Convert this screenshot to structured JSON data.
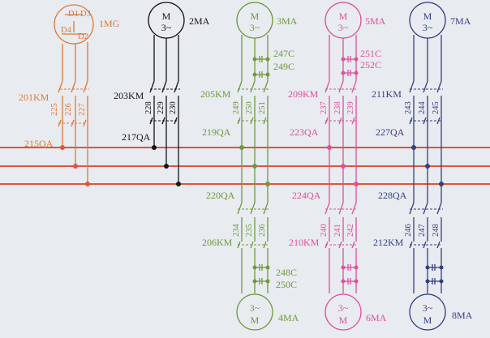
{
  "colors": {
    "background": "#e8ebf0",
    "busbar": "#e0543a",
    "column_1": "#e07838",
    "column_2": "#151515",
    "column_3": "#6f9a3c",
    "column_4": "#e0509a",
    "column_5": "#343f82"
  },
  "generator": {
    "diodes": [
      "D1",
      "D3",
      "D4",
      "D2"
    ],
    "label": "1MG",
    "breaker": "201KM",
    "fuses": [
      "225",
      "226",
      "227"
    ],
    "bus_switch": "215QA"
  },
  "motor_2": {
    "symbol_top": "M",
    "symbol_bottom": "3~",
    "label": "2MA",
    "breaker": "203KM",
    "fuses": [
      "228",
      "229",
      "230"
    ],
    "bus_switch": "217QA"
  },
  "motor_3": {
    "symbol_top": "M",
    "symbol_bottom": "3~",
    "label": "3MA",
    "capacitors": [
      "247C",
      "249C"
    ],
    "breaker": "205KM",
    "fuses": [
      "249",
      "250",
      "251"
    ],
    "bus_switch": "219QA"
  },
  "motor_5": {
    "symbol_top": "M",
    "symbol_bottom": "3~",
    "label": "5MA",
    "capacitors": [
      "251C",
      "252C"
    ],
    "breaker": "209KM",
    "fuses": [
      "237",
      "238",
      "239"
    ],
    "bus_switch": "223QA"
  },
  "motor_7": {
    "symbol_top": "M",
    "symbol_bottom": "3~",
    "label": "7MA",
    "breaker": "211KM",
    "fuses": [
      "243",
      "244",
      "245"
    ],
    "bus_switch": "227QA"
  },
  "motor_4": {
    "symbol_top": "3~",
    "symbol_bottom": "M",
    "label": "4MA",
    "bus_switch": "220QA",
    "fuses": [
      "234",
      "235",
      "236"
    ],
    "breaker": "206KM",
    "capacitors": [
      "248C",
      "250C"
    ]
  },
  "motor_6": {
    "symbol_top": "3~",
    "symbol_bottom": "M",
    "label": "6MA",
    "bus_switch": "224QA",
    "fuses": [
      "240",
      "241",
      "242"
    ],
    "breaker": "210KM"
  },
  "motor_8": {
    "symbol_top": "3~",
    "symbol_bottom": "M",
    "label": "8MA",
    "bus_switch": "228QA",
    "fuses": [
      "246",
      "247",
      "248"
    ],
    "breaker": "212KM"
  }
}
